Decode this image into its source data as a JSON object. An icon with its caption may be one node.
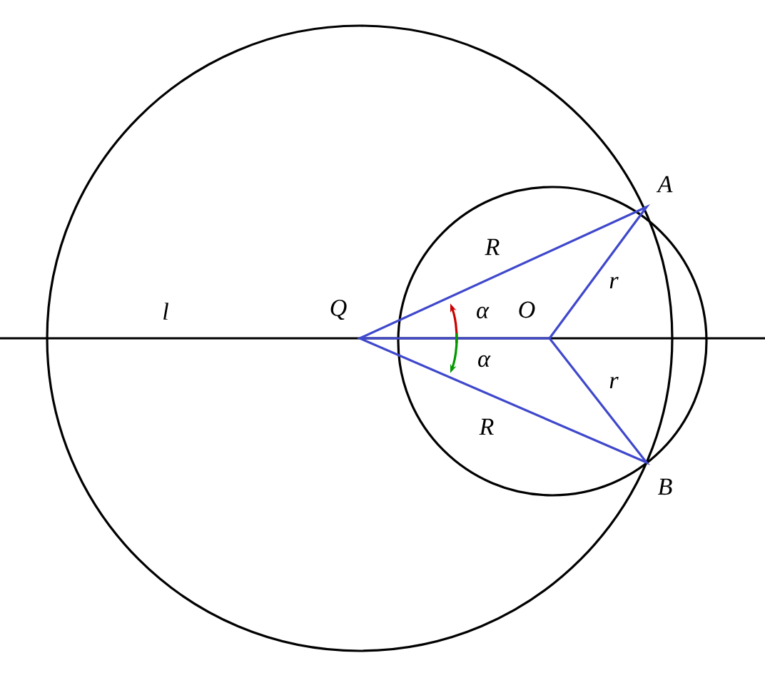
{
  "diagram": {
    "labels": [
      "A",
      "R",
      "l",
      "Q",
      "α",
      "O",
      "r",
      "α",
      "r",
      "R",
      "B"
    ]
  }
}
